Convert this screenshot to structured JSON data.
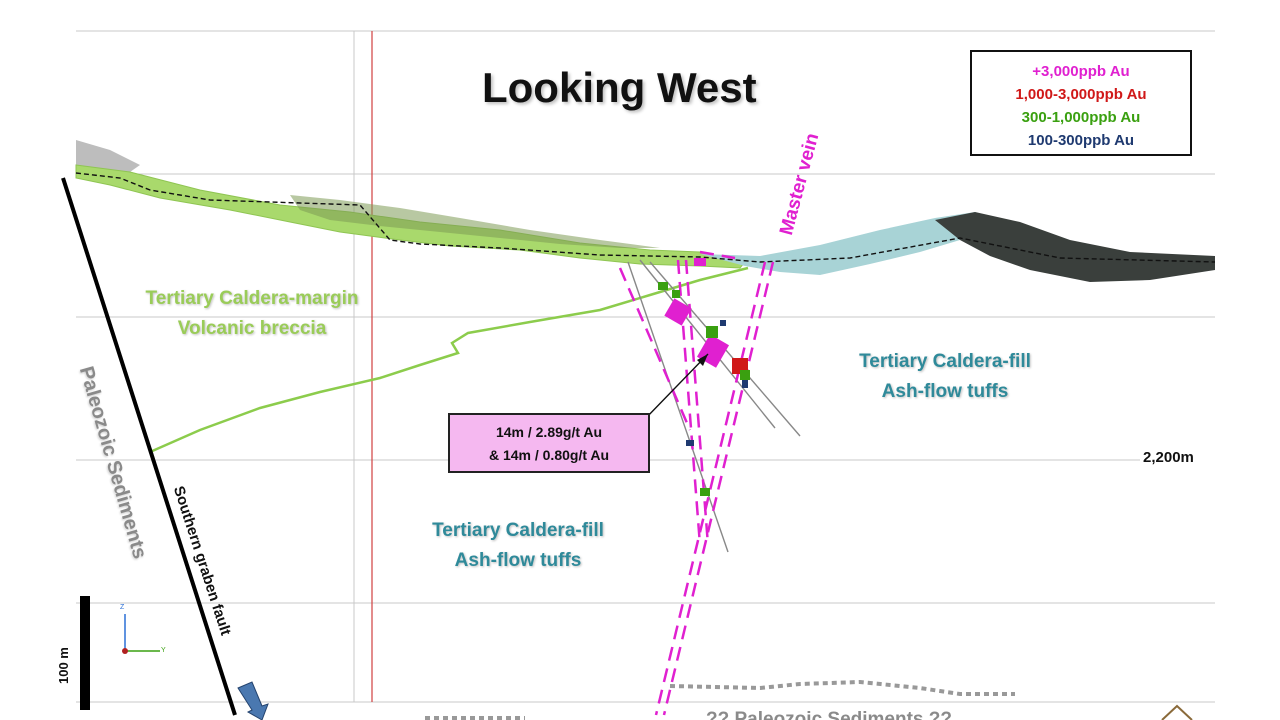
{
  "title": "Looking West",
  "legend": [
    {
      "label": "+3,000ppb Au",
      "color": "#e020d0"
    },
    {
      "label": "1,000-3,000ppb Au",
      "color": "#d01818"
    },
    {
      "label": "300-1,000ppb Au",
      "color": "#3aa010"
    },
    {
      "label": "100-300ppb Au",
      "color": "#1f3a70"
    }
  ],
  "labels": {
    "master_vein": "Master vein",
    "caldera_margin_1": "Tertiary Caldera-margin",
    "caldera_margin_2": "Volcanic breccia",
    "caldera_fill_right_1": "Tertiary Caldera-fill",
    "caldera_fill_right_2": "Ash-flow tuffs",
    "caldera_fill_left_1": "Tertiary Caldera-fill",
    "caldera_fill_left_2": "Ash-flow tuffs",
    "paleozoic": "Paleozoic Sediments",
    "southern_fault": "Southern graben fault",
    "bottom_paleozoic": "?? Paleozoic Sediments ??"
  },
  "callout": {
    "line1": "14m / 2.89g/t Au",
    "line2": "& 14m / 0.80g/t Au"
  },
  "elevation": "2,200m",
  "scale_bar": "100 m",
  "axes": {
    "z": "Z",
    "y": "Y"
  },
  "colors": {
    "magenta": "#e020d0",
    "lime": "#a7d86a",
    "teal": "#2f8a9a",
    "gray_label": "#8a8a8a"
  }
}
